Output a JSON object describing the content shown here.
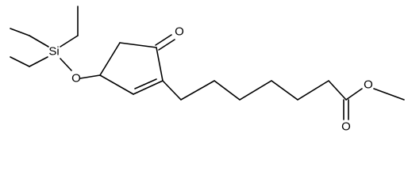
{
  "molecule": {
    "atoms": {
      "silicon": "Si",
      "silyl_ether_oxygen": "O",
      "ketone_oxygen": "O",
      "ester_carbonyl_oxygen": "O",
      "ester_methoxy_oxygen": "O"
    }
  }
}
